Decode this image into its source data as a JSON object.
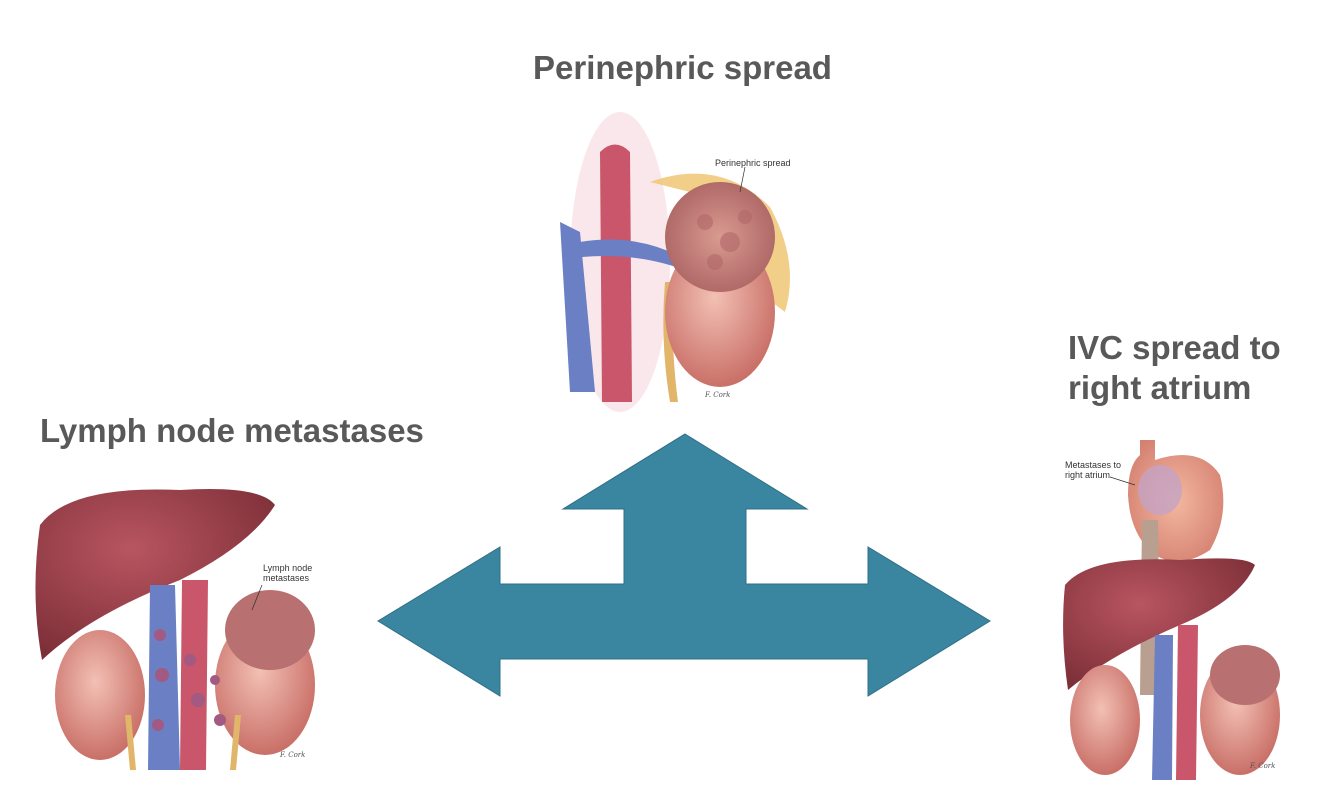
{
  "headings": {
    "top": "Perinephric spread",
    "left": "Lymph node metastases",
    "right_line1": "IVC spread to",
    "right_line2": "right atrium"
  },
  "callouts": {
    "top": "Perinephric spread",
    "left_line1": "Lymph node",
    "left_line2": "metastases",
    "right_line1": "Metastases to",
    "right_line2": "right atrium"
  },
  "signatures": {
    "top": "F. Cork",
    "left": "F. Cork",
    "right": "F. Cork"
  },
  "colors": {
    "arrow": "#3a86a0",
    "heading_text": "#595959",
    "aorta": "#c9566a",
    "ivc": "#6b7fc4",
    "kidney": "#d98b86",
    "liver": "#9c3f48",
    "fat": "#f0c774"
  }
}
